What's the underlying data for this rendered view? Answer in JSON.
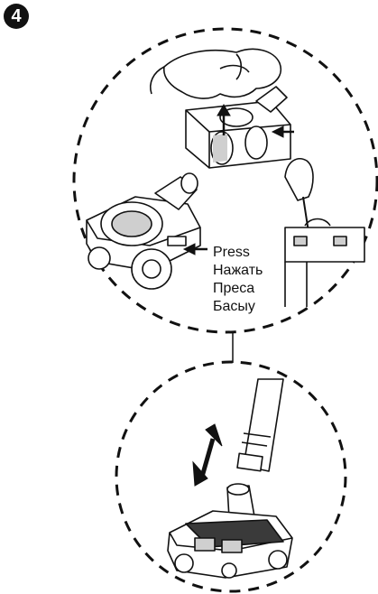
{
  "step": {
    "number": "4"
  },
  "labels": {
    "press_en": "Press",
    "press_ru": "Нажать",
    "press_uk": "Преса",
    "press_kk": "Басыу"
  },
  "colors": {
    "ink": "#111111",
    "paper": "#ffffff",
    "shade": "#cfcfcf"
  },
  "icons": {
    "step": "number-4-badge",
    "action_arrow": "double-headed-arrow"
  }
}
